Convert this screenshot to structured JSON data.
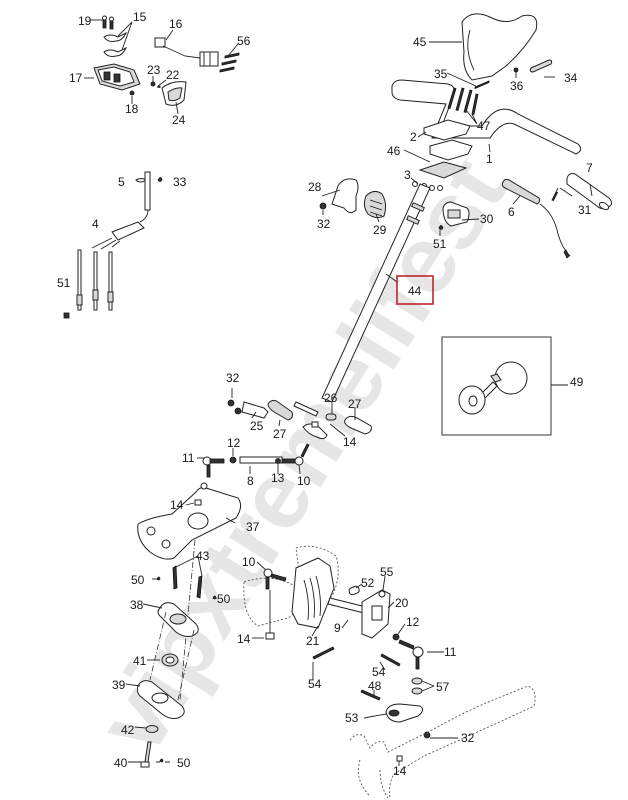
{
  "diagram": {
    "title": "Steering assembly exploded parts diagram",
    "watermark_text": "vipxtremelifest",
    "highlighted_part": "44",
    "highlight_color": "#c0242c",
    "inset_part": "49",
    "callouts": {
      "c1": "1",
      "c2": "2",
      "c3": "3",
      "c4": "4",
      "c5": "5",
      "c6": "6",
      "c7": "7",
      "c8": "8",
      "c9": "9",
      "c10a": "10",
      "c10b": "10",
      "c11a": "11",
      "c11b": "11",
      "c12a": "12",
      "c12b": "12",
      "c13": "13",
      "c14a": "14",
      "c14b": "14",
      "c14c": "14",
      "c14d": "14",
      "c15": "15",
      "c16": "16",
      "c17": "17",
      "c18": "18",
      "c19": "19",
      "c20": "20",
      "c21": "21",
      "c22": "22",
      "c23": "23",
      "c24": "24",
      "c25": "25",
      "c26": "26",
      "c27a": "27",
      "c27b": "27",
      "c28": "28",
      "c29": "29",
      "c30": "30",
      "c31": "31",
      "c32a": "32",
      "c32b": "32",
      "c32c": "32",
      "c33": "33",
      "c34": "34",
      "c35": "35",
      "c36": "36",
      "c37": "37",
      "c38": "38",
      "c39": "39",
      "c40": "40",
      "c41": "41",
      "c42": "42",
      "c43": "43",
      "c44": "44",
      "c45": "45",
      "c46": "46",
      "c47": "47",
      "c48": "48",
      "c49": "49",
      "c50a": "50",
      "c50b": "50",
      "c50c": "50",
      "c51a": "51",
      "c51b": "51",
      "c52": "52",
      "c53": "53",
      "c54a": "54",
      "c54b": "54",
      "c55": "55",
      "c56": "56",
      "c57": "57"
    }
  }
}
